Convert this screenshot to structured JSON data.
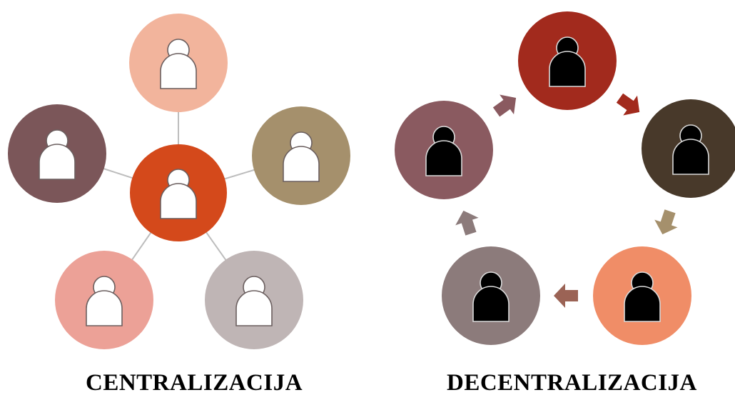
{
  "centralization": {
    "caption": "CENTRALIZACIJA",
    "hub": {
      "color": "#d4491b"
    },
    "nodes": [
      {
        "name": "top",
        "color": "#f2b49c"
      },
      {
        "name": "left",
        "color": "#7b5659"
      },
      {
        "name": "right",
        "color": "#a5906c"
      },
      {
        "name": "bottom-left",
        "color": "#eca197"
      },
      {
        "name": "bottom-right",
        "color": "#bfb5b5"
      }
    ],
    "connector_color": "#bdbdbd",
    "person_icon_color": "#ffffff"
  },
  "decentralization": {
    "caption": "DECENTRALIZACIJA",
    "nodes": [
      {
        "name": "top",
        "color": "#a22a1d"
      },
      {
        "name": "right",
        "color": "#48392a"
      },
      {
        "name": "bottom-right",
        "color": "#f08d67"
      },
      {
        "name": "bottom-left",
        "color": "#8c7b7b"
      },
      {
        "name": "left",
        "color": "#8a5a60"
      }
    ],
    "arrows": [
      {
        "from": "left",
        "to": "top",
        "color": "#8a5a60"
      },
      {
        "from": "top",
        "to": "right",
        "color": "#a22a1d"
      },
      {
        "from": "right",
        "to": "bottom-right",
        "color": "#a5906c"
      },
      {
        "from": "bottom-right",
        "to": "bottom-left",
        "color": "#9b6355"
      },
      {
        "from": "bottom-left",
        "to": "left",
        "color": "#8c7b7b"
      }
    ],
    "person_icon_color": "#000000"
  }
}
